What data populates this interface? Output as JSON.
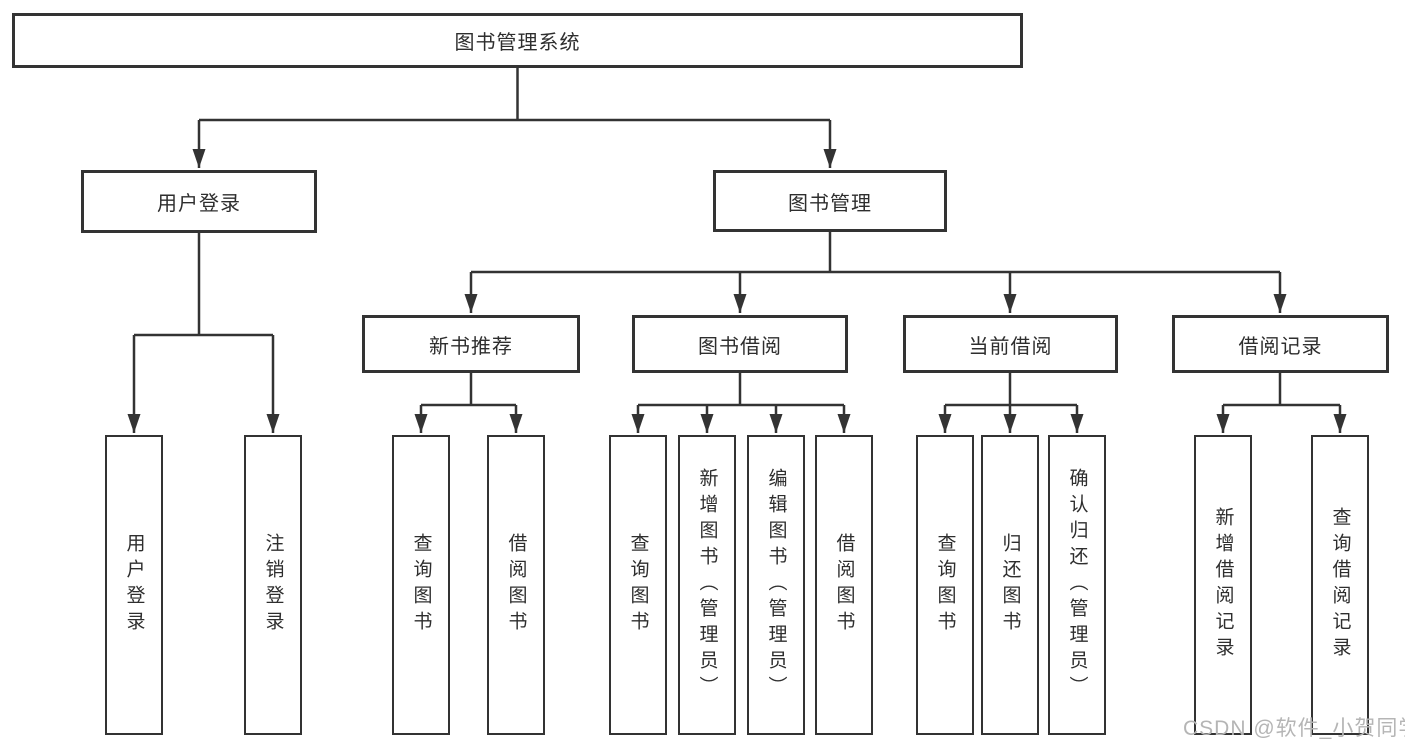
{
  "tree": {
    "label": "图书管理系统",
    "children": [
      {
        "label": "用户登录",
        "children": [
          {
            "label": "用户登录"
          },
          {
            "label": "注销登录"
          }
        ]
      },
      {
        "label": "图书管理",
        "children": [
          {
            "label": "新书推荐",
            "children": [
              {
                "label": "查询图书"
              },
              {
                "label": "借阅图书"
              }
            ]
          },
          {
            "label": "图书借阅",
            "children": [
              {
                "label": "查询图书"
              },
              {
                "label": "新增图书（管理员）"
              },
              {
                "label": "编辑图书（管理员）"
              },
              {
                "label": "借阅图书"
              }
            ]
          },
          {
            "label": "当前借阅",
            "children": [
              {
                "label": "查询图书"
              },
              {
                "label": "归还图书"
              },
              {
                "label": "确认归还（管理员）"
              }
            ]
          },
          {
            "label": "借阅记录",
            "children": [
              {
                "label": "新增借阅记录"
              },
              {
                "label": "查询借阅记录"
              }
            ]
          }
        ]
      }
    ]
  },
  "watermark": {
    "text": "CSDN @软件_小贺同学"
  },
  "colors": {
    "line": "#333333",
    "box_border": "#333333",
    "text": "#2e2e2e",
    "background": "#ffffff",
    "watermark": "#b5b5b5"
  }
}
